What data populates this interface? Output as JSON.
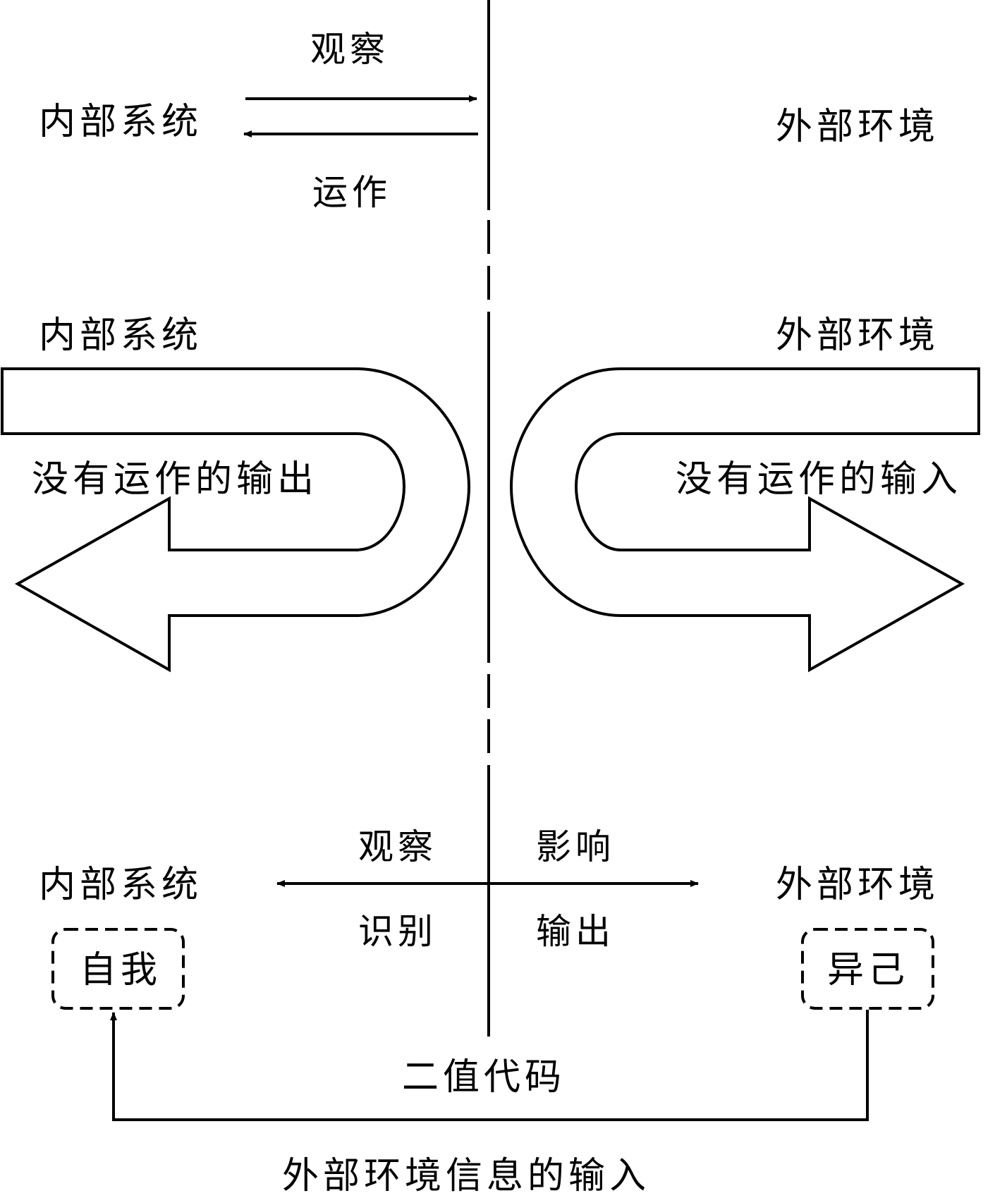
{
  "section1": {
    "inner_system": "内部系统",
    "outer_env": "外部环境",
    "observe": "观察",
    "operate": "运作"
  },
  "section2": {
    "inner_system": "内部系统",
    "outer_env": "外部环境",
    "output_without_operation": "没有运作的输出",
    "input_without_operation": "没有运作的输入"
  },
  "section3": {
    "inner_system": "内部系统",
    "outer_env": "外部环境",
    "observe": "观察",
    "identify": "识别",
    "influence": "影响",
    "output": "输出",
    "self": "自我",
    "other": "异己",
    "binary_code": "二值代码",
    "env_info_input": "外部环境信息的输入"
  }
}
